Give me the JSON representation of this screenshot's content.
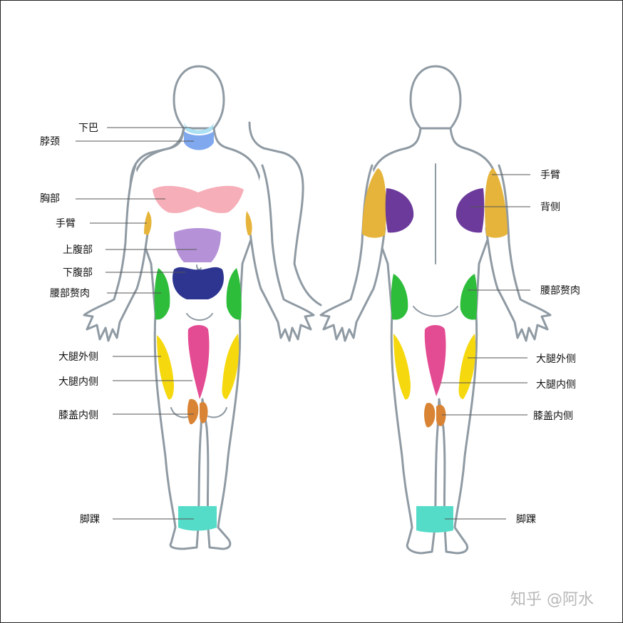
{
  "colors": {
    "chin": "#ace0f3",
    "neck": "#7fa8ef",
    "chest": "#f6aeb8",
    "arm": "#e6b43a",
    "upper_abdomen": "#b592d8",
    "lower_abdomen": "#2e3590",
    "flank": "#2dbd3a",
    "outer_thigh": "#f6d80f",
    "inner_thigh": "#e34b92",
    "inner_knee": "#d98434",
    "ankle": "#55dcc8",
    "back": "#6b3a9b",
    "outline": "#8f9aa3"
  },
  "front_labels": {
    "chin": "下巴",
    "neck": "脖颈",
    "chest": "胸部",
    "arm": "手臂",
    "upper_abdomen": "上腹部",
    "lower_abdomen": "下腹部",
    "flank": "腰部赘肉",
    "outer_thigh": "大腿外侧",
    "inner_thigh": "大腿内侧",
    "inner_knee": "膝盖内侧",
    "ankle": "脚踝"
  },
  "back_labels": {
    "arm": "手臂",
    "back": "背侧",
    "flank": "腰部赘肉",
    "outer_thigh": "大腿外侧",
    "inner_thigh": "大腿内侧",
    "inner_knee": "膝盖内侧",
    "ankle": "脚踝"
  },
  "watermark": "知乎 @阿水"
}
